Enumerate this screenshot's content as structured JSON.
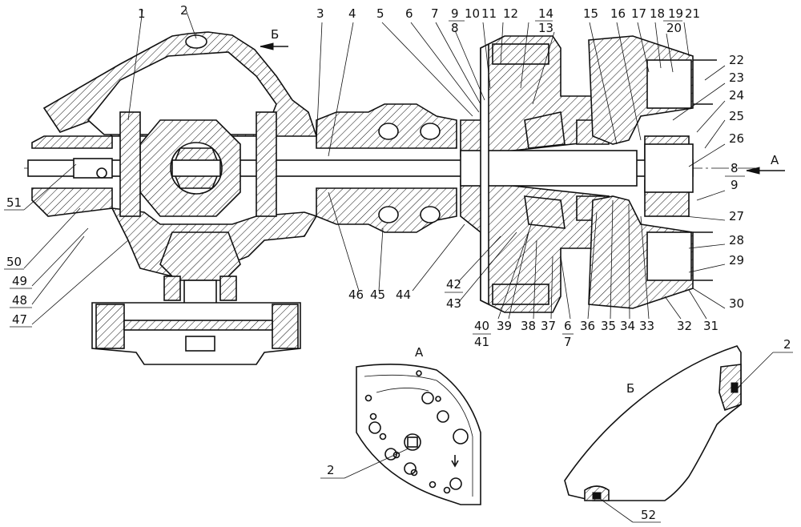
{
  "top_labels": [
    "1",
    "2",
    "3",
    "4",
    "5",
    "6",
    "7",
    "9",
    "8",
    "10",
    "11",
    "12",
    "14",
    "13",
    "15",
    "16",
    "17",
    "18",
    "19",
    "21",
    "20"
  ],
  "right_labels": [
    "22",
    "23",
    "24",
    "25",
    "26",
    "8",
    "9",
    "27",
    "28",
    "29",
    "30"
  ],
  "bottom_labels": [
    "46",
    "45",
    "44",
    "42",
    "43",
    "40",
    "41",
    "39",
    "38",
    "37",
    "6",
    "7",
    "36",
    "35",
    "34",
    "33",
    "32",
    "31"
  ],
  "left_labels": [
    "51",
    "50",
    "49",
    "48",
    "47"
  ],
  "view_a_marker": "А",
  "view_b_marker": "Б",
  "view_a_title": "А",
  "view_b_title": "Б",
  "detail_labels": [
    "2",
    "2",
    "52"
  ]
}
